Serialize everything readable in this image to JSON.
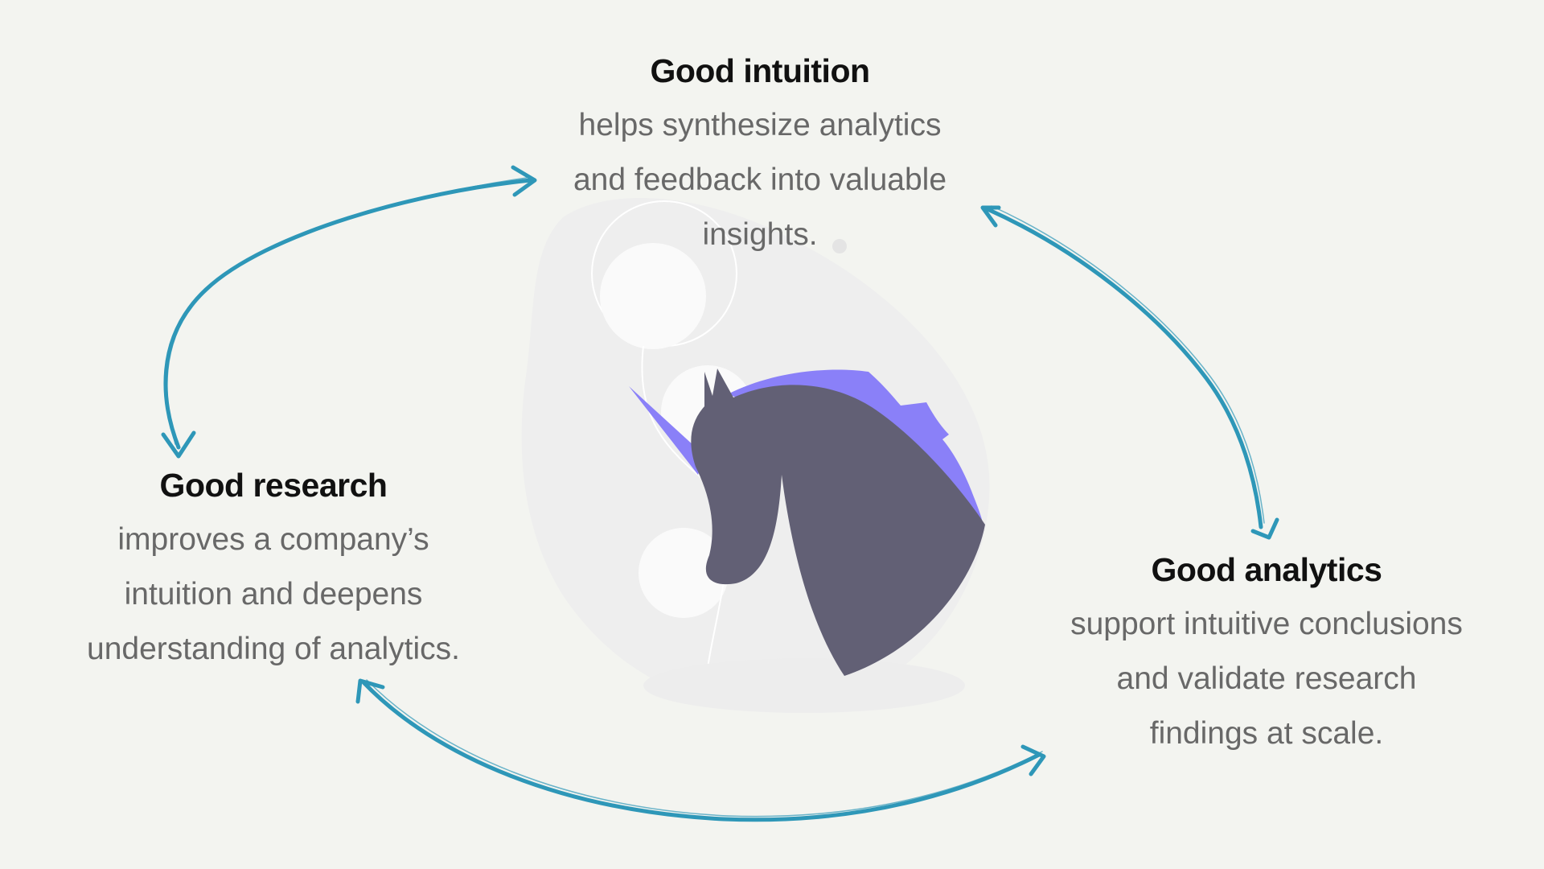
{
  "colors": {
    "background": "#f3f4f0",
    "arrow": "#2e97b8",
    "unicorn_body": "#626075",
    "unicorn_mane": "#8a80f8",
    "title_text": "#111111",
    "body_text": "#686868"
  },
  "nodes": {
    "intuition": {
      "title": "Good intuition",
      "line1": "helps synthesize analytics",
      "line2": "and feedback into valuable",
      "line3": "insights."
    },
    "research": {
      "title": "Good research",
      "line1": "improves a company’s",
      "line2": "intuition and deepens",
      "line3": "understanding of analytics."
    },
    "analytics": {
      "title": "Good analytics",
      "line1": "support intuitive conclusions",
      "line2": "and validate research",
      "line3": "findings at scale."
    }
  },
  "edges": [
    {
      "from": "intuition",
      "to": "research",
      "style": "double-headed hand-drawn arrow"
    },
    {
      "from": "intuition",
      "to": "analytics",
      "style": "double-headed hand-drawn arrow"
    },
    {
      "from": "research",
      "to": "analytics",
      "style": "double-headed hand-drawn arrow"
    }
  ],
  "icons": {
    "center_illustration": "unicorn-icon"
  }
}
